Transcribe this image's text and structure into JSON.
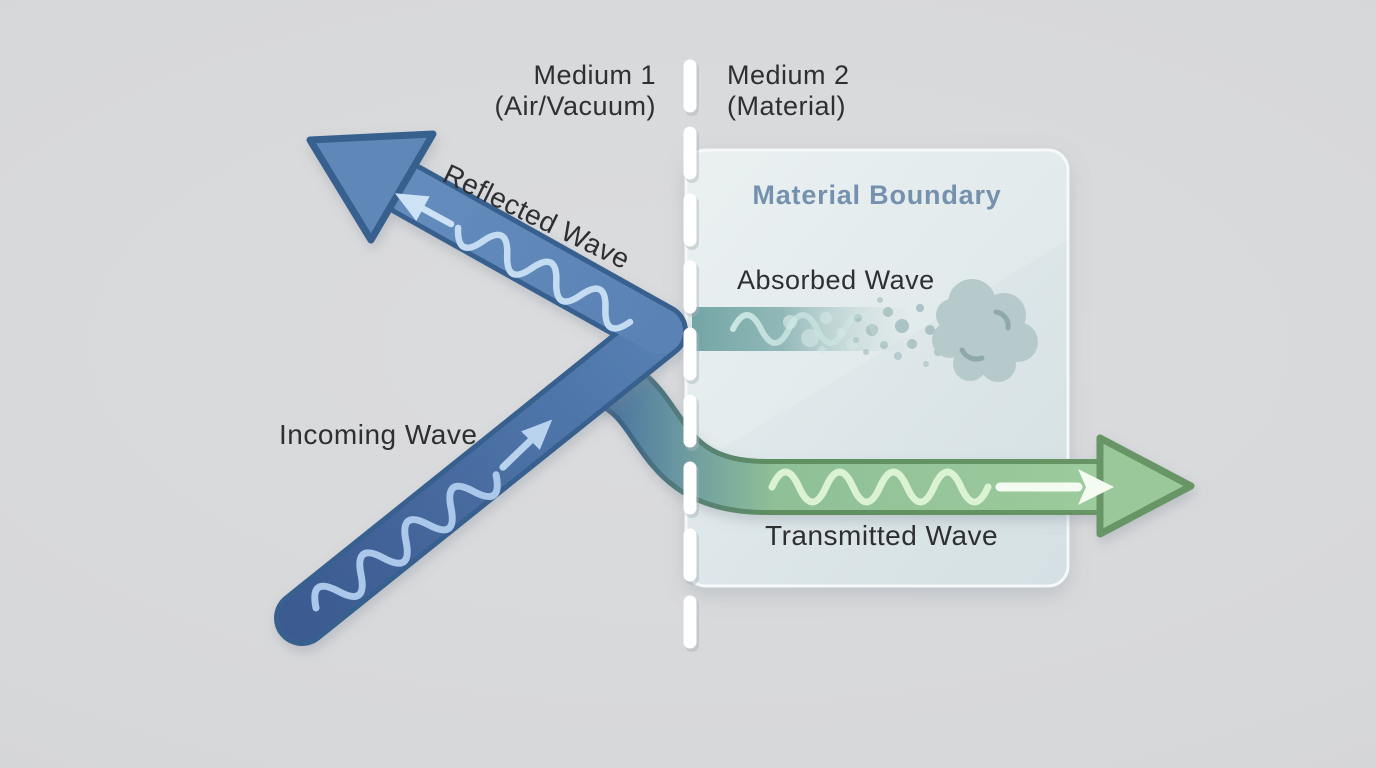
{
  "diagram": {
    "media": {
      "medium1_title": "Medium 1",
      "medium1_subtitle": "(Air/Vacuum)",
      "medium2_title": "Medium 2",
      "medium2_subtitle": "(Material)"
    },
    "boundary_label": "Material Boundary",
    "waves": {
      "incoming_label": "Incoming Wave",
      "reflected_label": "Reflected Wave",
      "absorbed_label": "Absorbed Wave",
      "transmitted_label": "Transmitted Wave"
    },
    "colors": {
      "background": "#d7d8da",
      "panel_fill": "#dfe8ea",
      "panel_border": "#f4f8f8",
      "boundary_dash": "#ffffff",
      "incoming_blue_dark": "#3d5e95",
      "reflected_blue": "#5f88b9",
      "band_outline_blue": "#38608f",
      "absorbed_teal": "#6ea2a2",
      "transmitted_green": "#9bc89a",
      "transmitted_outline": "#679566",
      "wave_line_blue": "#abc8ea",
      "wave_line_teal": "#cfeae6",
      "wave_line_green": "#dbf3d2",
      "white_arrow": "#f4fbf0",
      "cloud_gray": "#b7cacb",
      "text_dark": "#2e2f32",
      "boundary_text": "#7591ad"
    }
  }
}
